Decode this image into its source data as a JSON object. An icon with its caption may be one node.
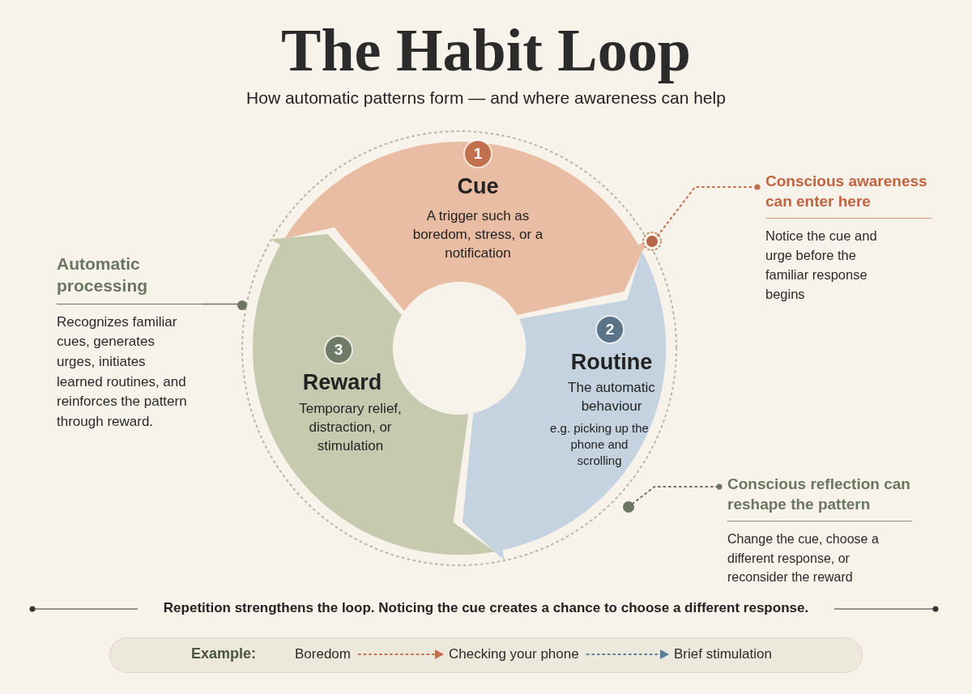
{
  "diagram": {
    "title": "The Habit Loop",
    "nodes": [
      {
        "text": [
          "1",
          "Cue",
          "A trigger such as boredom, stress, or a notification"
        ]
      },
      {
        "text": [
          "2",
          "Routine",
          "The automatic behaviour",
          "e.g. picking up the phone and scrolling"
        ]
      },
      {
        "text": [
          "3",
          "Reward",
          "Temporary relief, distraction, or stimulation"
        ]
      },
      {
        "text": [
          "Automatic processing",
          "Recognizes familiar cues, generates urges, initiates learned routines, and reinforces the pattern through reward."
        ]
      },
      {
        "text": [],
        "shape": "circle"
      },
      {
        "text": [],
        "shape": "circle"
      },
      {
        "text": [
          "Conscious awareness can enter here",
          "Notice the cue and urge before the familiar response begins"
        ]
      },
      {
        "text": [],
        "shape": "circle"
      },
      {
        "text": [
          "Conscious reflection can reshape the pattern",
          "Change the cue, choose a different response, or reconsider the reward"
        ]
      },
      {
        "text": [
          "Example:"
        ]
      },
      {
        "text": [
          "Boredom"
        ],
        "in": 9
      },
      {
        "text": [
          "Checking your phone"
        ],
        "in": 9
      },
      {
        "text": [
          "Brief stimulation"
        ],
        "in": 9
      }
    ],
    "edges": [
      {
        "from": 3,
        "to": 4,
        "arrow": "none",
        "color": "#6b7560"
      },
      {
        "from": 5,
        "to": 6,
        "arrow": "other",
        "style": "dashed",
        "color": "#c0704f"
      },
      {
        "from": 7,
        "to": 8,
        "arrow": "other",
        "style": "dashed",
        "color": "#6b7560"
      },
      {
        "from": 10,
        "to": 11,
        "arrow": "to",
        "style": "dashed",
        "color": "#c0704f"
      },
      {
        "from": 11,
        "to": 12,
        "arrow": "to",
        "style": "dashed",
        "color": "#5a7d9a"
      }
    ],
    "labels": [
      "How automatic patterns form — and where awareness can help",
      "Repetition strengthens the loop. Noticing the cue creates a chance to choose a different response."
    ]
  }
}
